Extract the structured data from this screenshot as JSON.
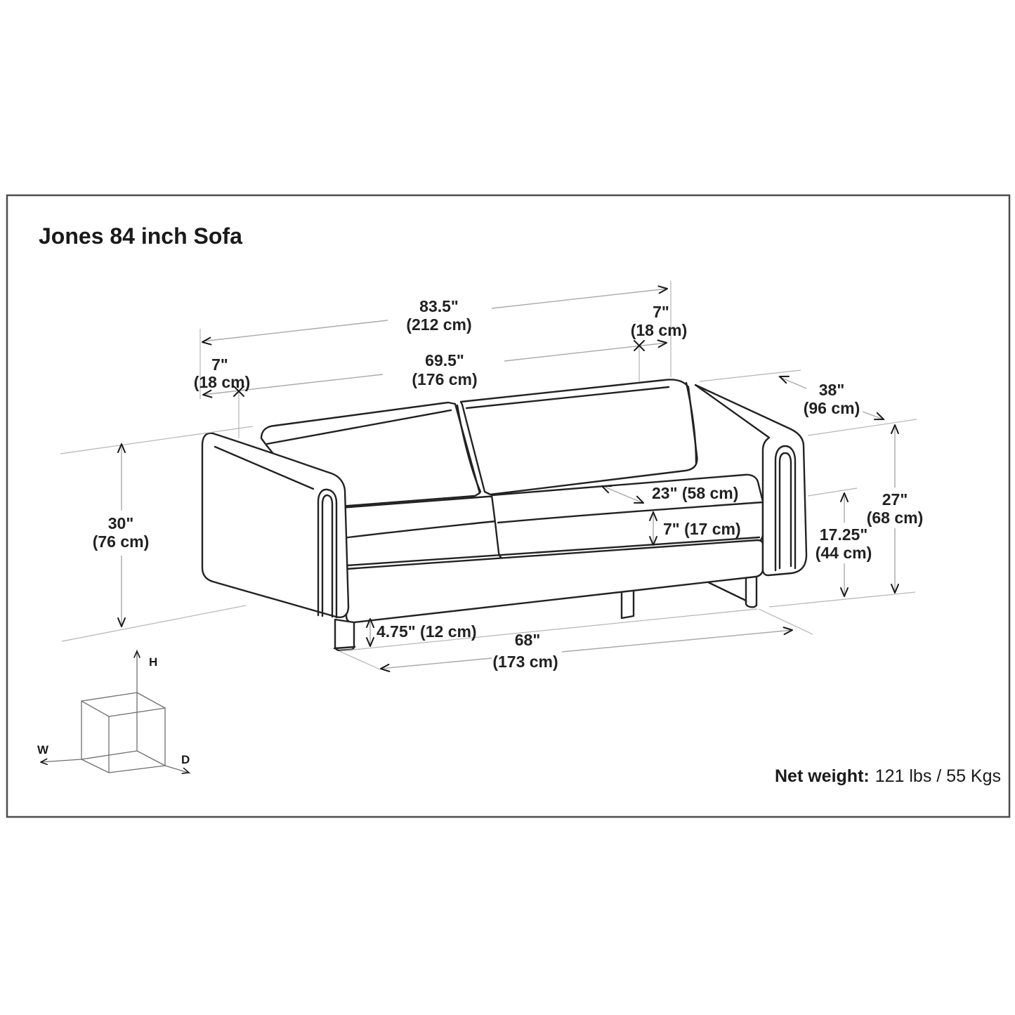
{
  "title": "Jones 84 inch Sofa",
  "net_weight": {
    "label": "Net weight:",
    "value": "121 lbs / 55 Kgs"
  },
  "axes": {
    "height": "H",
    "width": "W",
    "depth": "D"
  },
  "dims": {
    "overall_width": {
      "in": "83.5\"",
      "cm": "(212 cm)"
    },
    "arm_width_left": {
      "in": "7\"",
      "cm": "(18 cm)"
    },
    "seat_width": {
      "in": "69.5\"",
      "cm": "(176 cm)"
    },
    "arm_width_right": {
      "in": "7\"",
      "cm": "(18 cm)"
    },
    "depth": {
      "in": "38\"",
      "cm": "(96 cm)"
    },
    "overall_height": {
      "in": "30\"",
      "cm": "(76 cm)"
    },
    "arm_height": {
      "in": "27\"",
      "cm": "(68 cm)"
    },
    "seat_height": {
      "in": "17.25\"",
      "cm": "(44 cm)"
    },
    "seat_depth": {
      "combined": "23\" (58 cm)"
    },
    "cushion_thickness": {
      "combined": "7\" (17 cm)"
    },
    "leg_clearance": {
      "combined": "4.75\" (12 cm)"
    },
    "base_width": {
      "in": "68\"",
      "cm": "(173 cm)"
    }
  }
}
